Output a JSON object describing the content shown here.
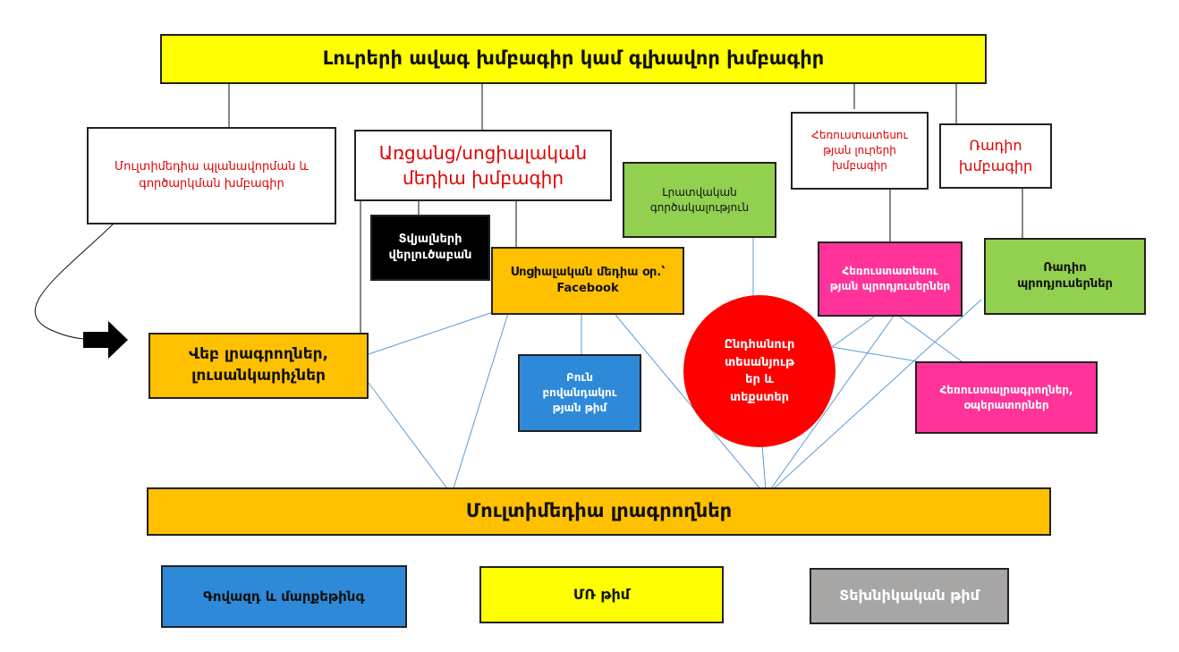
{
  "chief_editor": "Լուրերի ավագ խմբագիր կամ գլխավոր խմբագիր",
  "multimedia_planning_editor": "Մուլտիմեդիա պլանավորման և գործարկման խմբագիր",
  "health_social_media_editor": "Առցանց/սոցիալական մեդիա խմբագիր",
  "data_analysis": "Տվյալների վերլուծաբան",
  "news_agency_work": "Լրատվական գործակալություն",
  "tv_news_editor": "Հեռուստատեսու թյան լուրերի խմբագիր",
  "radio_editor": "Ռադիո խմբագիր",
  "social_media": "Սոցիալական մեդիա օր.՝ Facebook",
  "web_writers": "Վեբ լրագրողներ, լուսանկարիչներ",
  "full_content_team": "Բուն բովանդակու թյան թիմ",
  "general_video_text": "Ընդհանուր տեսանյութ եր և տեքստեր",
  "tv_programs": "Հեռուստատեսու թյան պրոդյուսերներ",
  "radio_programs": "Ռադիո պրոդյուսերներ",
  "tv_journalists": "Հեռուստալրագրողներ, օպերատորներ",
  "multimedia_journalists": "Մուլտիմեդիա լրագրողներ",
  "ad_marketing": "Գովազդ և մարքեթինգ",
  "hr_team": "ՄՌ թիմ",
  "tech_team": "Տեխնիկական թիմ"
}
